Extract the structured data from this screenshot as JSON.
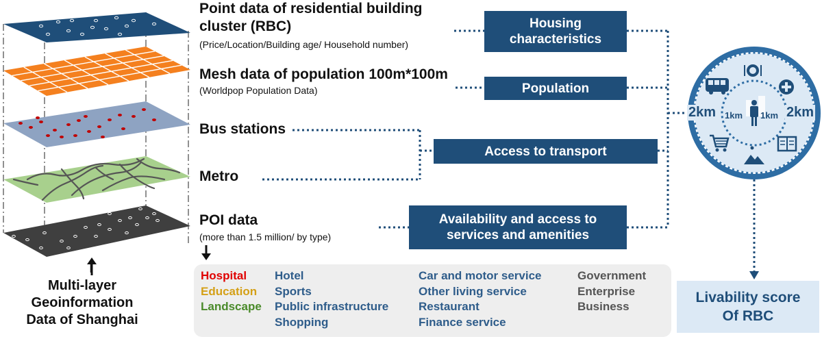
{
  "stack": {
    "caption_lines": [
      "Multi-layer",
      "Geoinformation",
      "Data of Shanghai"
    ]
  },
  "layers": [
    {
      "title": "Point data of residential building",
      "title2": "cluster (RBC)",
      "subtitle": "(Price/Location/Building age/ Household number)",
      "color": "#1f4e79"
    },
    {
      "title": "Mesh data of population 100m*100m",
      "subtitle": "(Worldpop Population Data)",
      "color": "#f4801f"
    },
    {
      "title": "Bus stations",
      "color": "#8ea3c2"
    },
    {
      "title": "Metro",
      "color": "#a8d08d"
    },
    {
      "title": "POI data",
      "subtitle": "(more than 1.5 million/ by type)",
      "color": "#3f3f3f"
    }
  ],
  "categories": {
    "housing": [
      "Housing",
      "characteristics"
    ],
    "population": "Population",
    "transport": "Access to transport",
    "services": [
      "Availability and access to",
      "services and amenities"
    ]
  },
  "poi_types": {
    "col1": [
      {
        "label": "Hospital",
        "color": "#e00000"
      },
      {
        "label": "Education",
        "color": "#d4a017"
      },
      {
        "label": "Landscape",
        "color": "#4a8a2a"
      }
    ],
    "col2": [
      "Hotel",
      "Sports",
      "Public infrastructure",
      "Shopping"
    ],
    "col3": [
      "Car and motor service",
      "Other living service",
      "Restaurant",
      "Finance service"
    ],
    "col4": [
      "Government",
      "Enterprise",
      "Business"
    ],
    "colors": {
      "blue": "#2e5c8a",
      "gray": "#555555"
    }
  },
  "buffer": {
    "outer_left": "2km",
    "outer_right": "2km",
    "inner_left": "1km",
    "inner_right": "1km",
    "icons": [
      "bus-icon",
      "dining-icon",
      "hospital-cross-icon",
      "shopping-cart-icon",
      "landscape-icon",
      "book-icon",
      "person-icon",
      "building-icon"
    ]
  },
  "score": [
    "Livability score",
    "Of RBC"
  ],
  "colors": {
    "accent": "#1f4e79",
    "light_accent": "#dce9f5"
  }
}
